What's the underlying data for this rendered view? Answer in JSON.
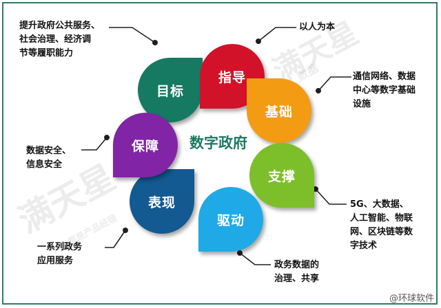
{
  "center": "数字政府",
  "petals": {
    "mubiao": {
      "label": "目标",
      "color": "#167a63"
    },
    "zhidao": {
      "label": "指导",
      "color": "#d21228"
    },
    "jichu": {
      "label": "基础",
      "color": "#f39b13"
    },
    "zhicheng": {
      "label": "支撑",
      "color": "#7cbf2a"
    },
    "qudong": {
      "label": "驱动",
      "color": "#1fa9e6"
    },
    "biaoxian": {
      "label": "表现",
      "color": "#125a91"
    },
    "baozhang": {
      "label": "保障",
      "color": "#8224a6"
    }
  },
  "notes": {
    "mubiao": [
      "提升政府公共服务、",
      "社会治理、经济调",
      "节等履职能力"
    ],
    "zhidao": [
      "以人为本"
    ],
    "jichu": [
      "通信网络、数据",
      "中心等数字基础",
      "设施"
    ],
    "zhicheng": [
      "5G、大数据、",
      "人工智能、物联",
      "网、区块链等数",
      "字技术"
    ],
    "qudong": [
      "政务数据的",
      "治理、共享"
    ],
    "biaoxian": [
      "一系列政务",
      "应用服务"
    ],
    "baozhang": [
      "数据安全、",
      "信息安全"
    ]
  },
  "watermark": [
    "满天星",
    "数据",
    "人人都是产品经理"
  ],
  "credit": "@环球软件"
}
